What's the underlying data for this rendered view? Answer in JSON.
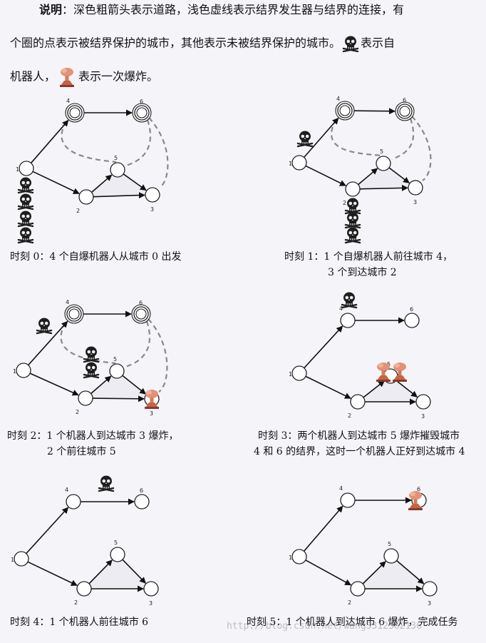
{
  "legend": {
    "title": "说明",
    "line1": "：深色粗箭头表示道路，浅色虚线表示结界发生器与结界的连接，有",
    "line2": "个圈的点表示被结界保护的城市，其他表示未被结界保护的城市。",
    "line2_suffix": "表示自",
    "line3_prefix": "机器人，",
    "line3_suffix": "表示一次爆炸。"
  },
  "panels": [
    {
      "caption": [
        "时刻 0：4 个自爆机器人从城市 0 出发"
      ]
    },
    {
      "caption": [
        "时刻 1：1 个自爆机器人前往城市 4，",
        "3 个到达城市 2"
      ]
    },
    {
      "caption": [
        "时刻 2：1 个机器人到达城市 3 爆炸，",
        "2 个前往城市 5"
      ]
    },
    {
      "caption": [
        "时刻 3：两个机器人到达城市 5 爆炸摧毁城市",
        "4 和 6 的结界，这时一个机器人正好到达城市 4"
      ]
    },
    {
      "caption": [
        "时刻 4：1 个机器人前往城市 6"
      ]
    },
    {
      "caption": [
        "时刻 5：1 个机器人到达城市 6 爆炸，完成任务"
      ]
    }
  ],
  "node_labels": [
    "1",
    "2",
    "3",
    "4",
    "5",
    "6"
  ],
  "watermark": "http://blog.csdn.net/wang3312362136",
  "colors": {
    "road": "#111111",
    "barrier_link": "#888888",
    "robot": "#222222",
    "explosion": "#d9826a"
  },
  "icons": {
    "robot": "skull-icon",
    "explosion": "mushroom-cloud-icon"
  }
}
